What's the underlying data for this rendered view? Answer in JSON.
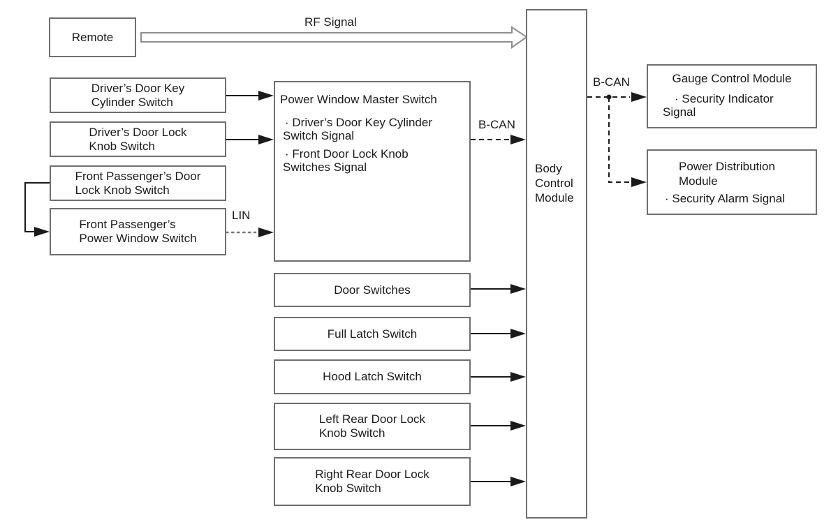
{
  "diagram": {
    "boxes": {
      "remote": {
        "label": "Remote"
      },
      "driver_door_key_cylinder_switch": {
        "label": "Driver’s Door Key\nCylinder Switch"
      },
      "driver_door_lock_knob_switch": {
        "label": "Driver’s Door Lock\nKnob Switch"
      },
      "front_passenger_door_lock_knob_switch": {
        "label": "Front Passenger’s Door\nLock Knob Switch"
      },
      "front_passenger_power_window_switch": {
        "label": "Front Passenger’s\nPower Window Switch"
      },
      "power_window_master_switch": {
        "title": "Power Window Master Switch",
        "signals": [
          "· Driver’s Door Key Cylinder\nSwitch Signal",
          "· Front Door Lock Knob\nSwitches Signal"
        ]
      },
      "door_switches": {
        "label": "Door Switches"
      },
      "full_latch_switch": {
        "label": "Full Latch Switch"
      },
      "hood_latch_switch": {
        "label": "Hood Latch Switch"
      },
      "left_rear_door_lock_knob_switch": {
        "label": "Left Rear Door Lock\nKnob Switch"
      },
      "right_rear_door_lock_knob_switch": {
        "label": "Right Rear Door Lock\nKnob Switch"
      },
      "body_control_module": {
        "label": "Body\nControl\nModule"
      },
      "gauge_control_module": {
        "title": "Gauge Control Module",
        "signal": "· Security Indicator\nSignal"
      },
      "power_distribution_module": {
        "title": "Power Distribution\nModule",
        "signal": "· Security Alarm Signal"
      }
    },
    "connection_labels": {
      "rf_signal": "RF Signal",
      "lin": "LIN",
      "b_can_master_switch": "B-CAN",
      "b_can_output": "B-CAN"
    },
    "colors": {
      "line": "#1a1a1a",
      "box_border": "#6f6f6f",
      "rf_arrow_outline": "#8f8f8f",
      "background": "#ffffff"
    }
  }
}
